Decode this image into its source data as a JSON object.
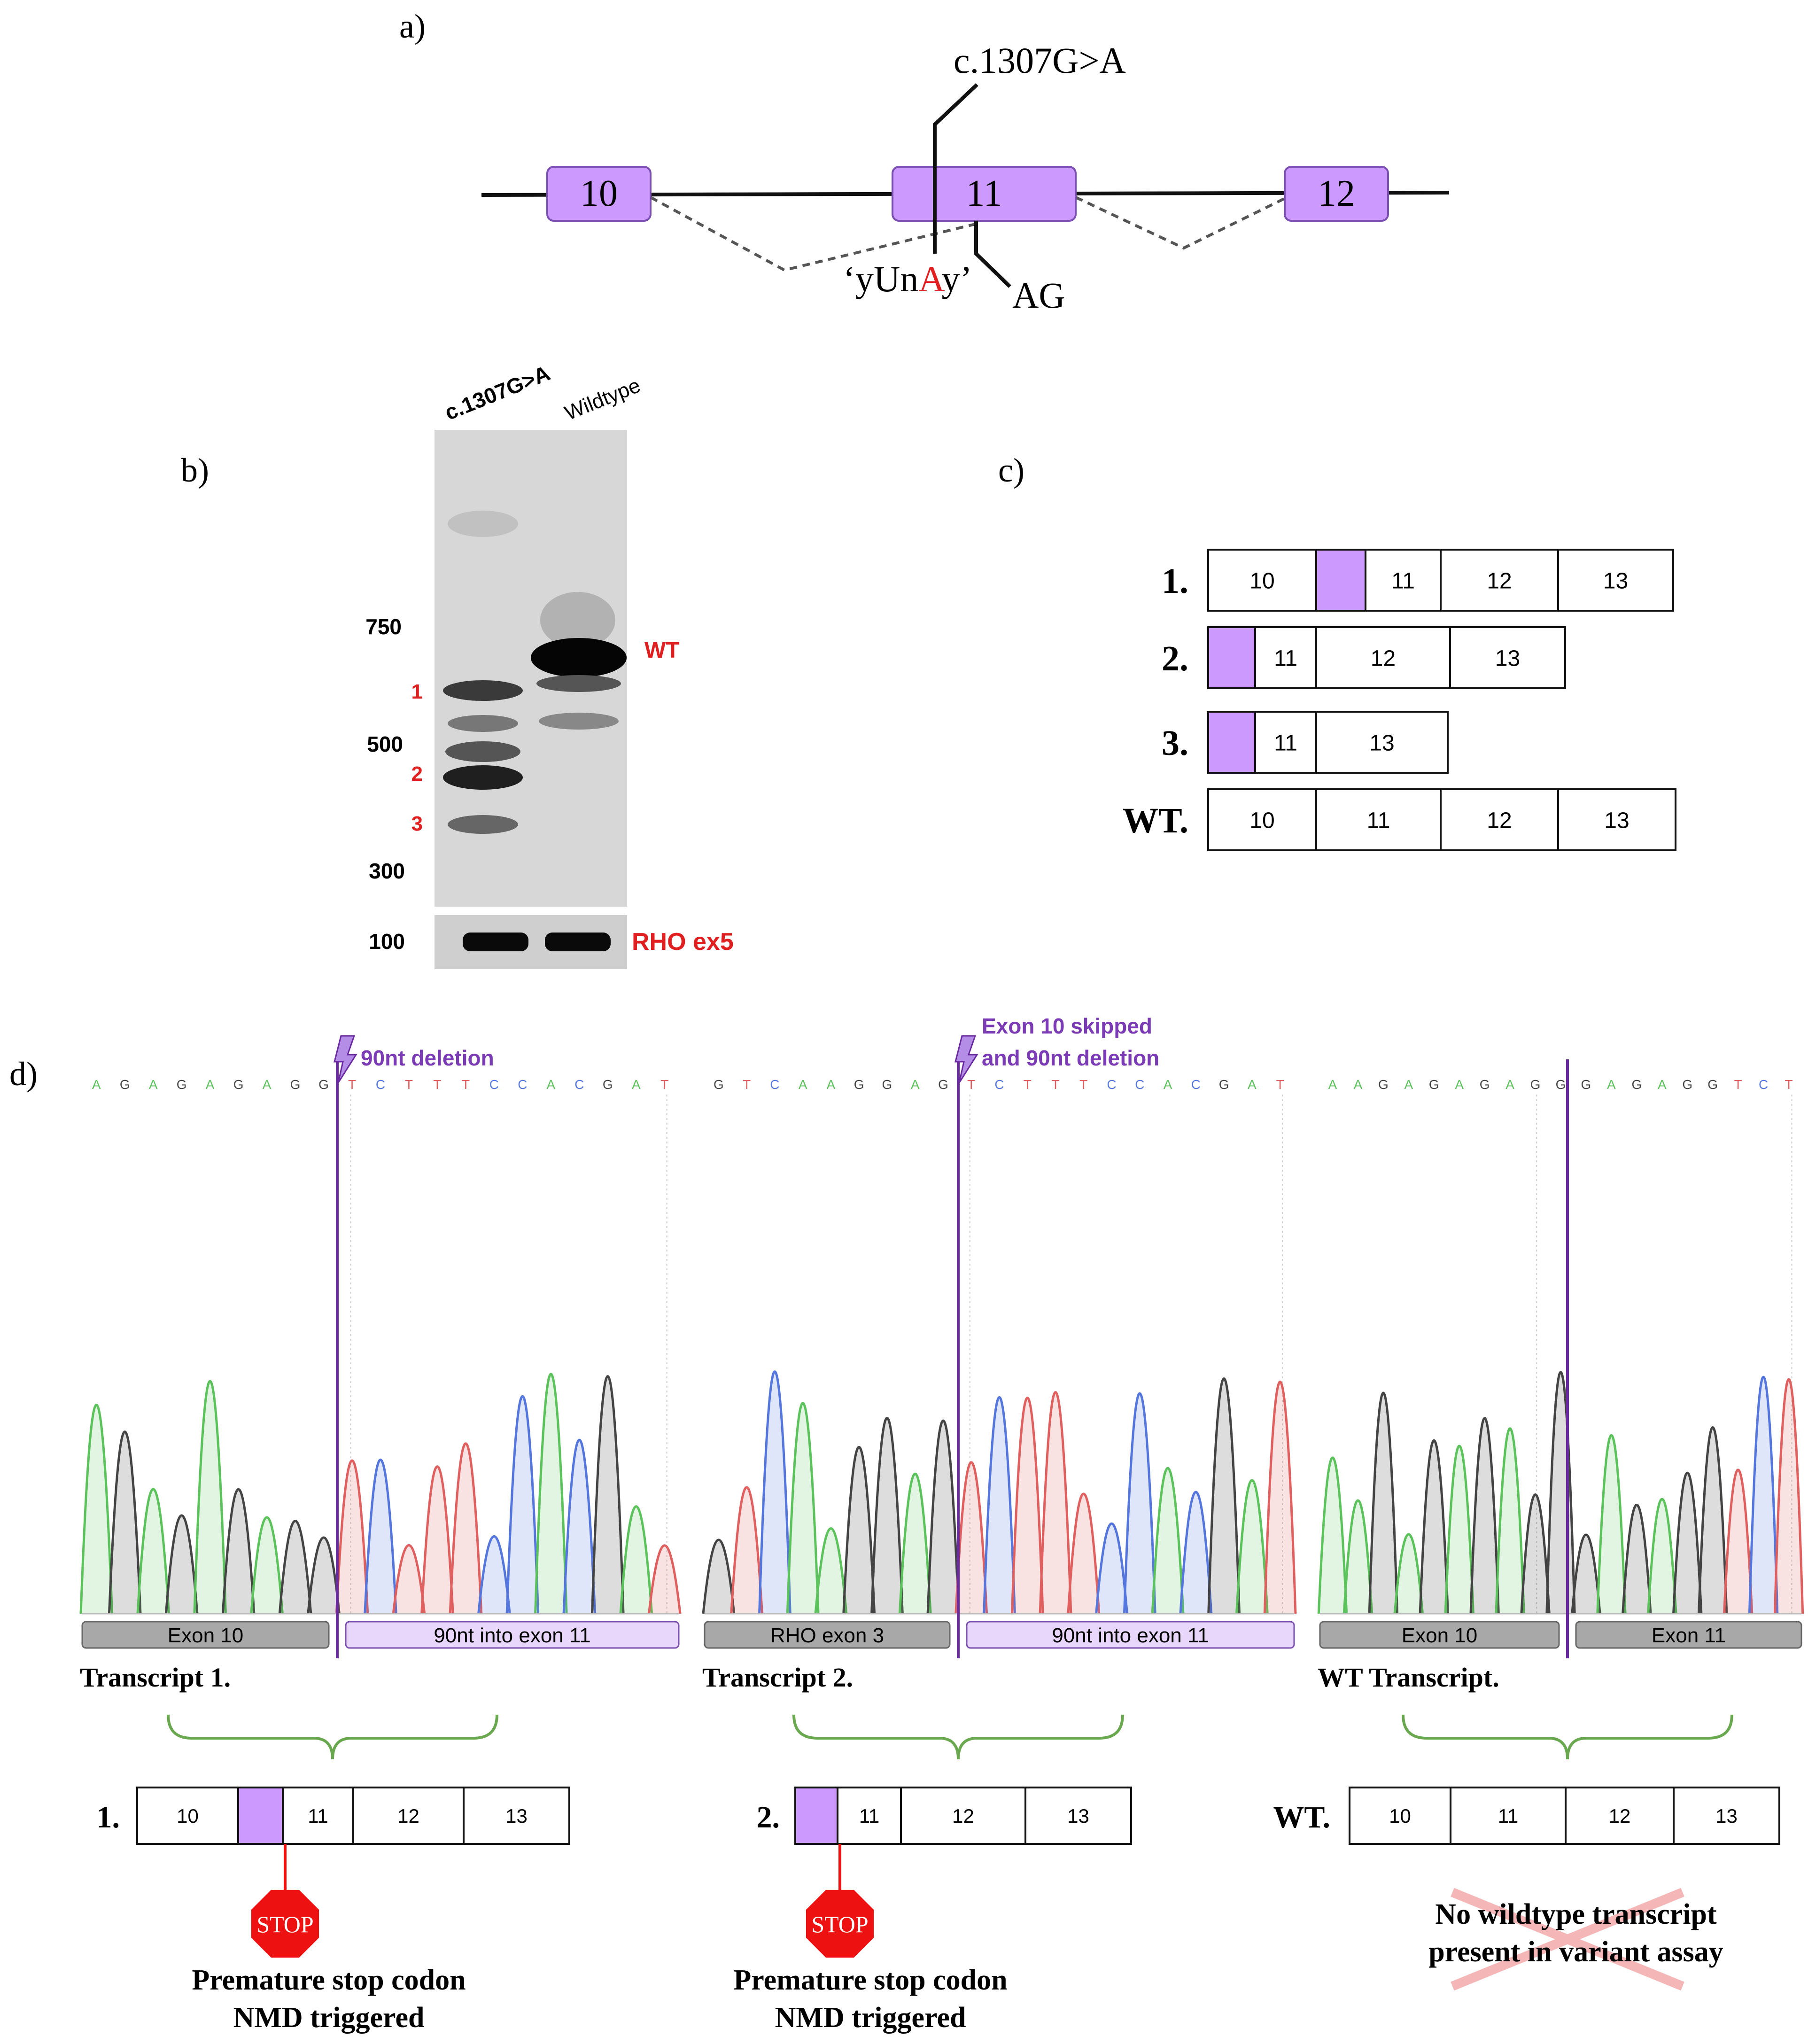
{
  "panel_labels": {
    "a": "a)",
    "b": "b)",
    "c": "c)",
    "d": "d)"
  },
  "panel_a": {
    "exons": [
      "10",
      "11",
      "12"
    ],
    "variant": "c.1307G>A",
    "motif_parts": [
      "‘yUn",
      "A",
      "y’"
    ],
    "acceptor": "AG",
    "colors": {
      "exon_fill": "#cc99ff",
      "exon_stroke": "#7a4fb0",
      "variant_base": "#e02020"
    }
  },
  "panel_b": {
    "lanes": [
      "c.1307G>A",
      "Wildtype"
    ],
    "ladder": [
      "750",
      "500",
      "300",
      "100"
    ],
    "band_numbers": [
      "1",
      "2",
      "3"
    ],
    "wt_label": "WT",
    "control_label": "RHO ex5",
    "label_color": "#e02020"
  },
  "panel_c": {
    "transcripts": [
      {
        "number": "1.",
        "segments": [
          {
            "label": "10"
          },
          {
            "label": "",
            "purple": true
          },
          {
            "label": "11"
          },
          {
            "label": "12"
          },
          {
            "label": "13"
          }
        ]
      },
      {
        "number": "2.",
        "segments": [
          {
            "label": "",
            "purple": true
          },
          {
            "label": "11"
          },
          {
            "label": "12"
          },
          {
            "label": "13"
          }
        ]
      },
      {
        "number": "3.",
        "segments": [
          {
            "label": "",
            "purple": true
          },
          {
            "label": "11"
          },
          {
            "label": "13"
          }
        ]
      },
      {
        "number": "WT.",
        "segments": [
          {
            "label": "10"
          },
          {
            "label": "11"
          },
          {
            "label": "12"
          },
          {
            "label": "13"
          }
        ]
      }
    ]
  },
  "panel_d": {
    "traces": [
      {
        "annotation": [
          "90nt deletion"
        ],
        "sequence": "AGAGAGAGGTCTTTCCACGAT",
        "left_bar": "Exon 10",
        "right_bar": "90nt into exon 11",
        "title": "Transcript 1.",
        "transcript_number": "1.",
        "segments": [
          {
            "label": "10"
          },
          {
            "label": "",
            "purple": true
          },
          {
            "label": "11"
          },
          {
            "label": "12"
          },
          {
            "label": "13"
          }
        ],
        "stop_label": "STOP",
        "caption": [
          "Premature stop codon",
          "NMD triggered"
        ]
      },
      {
        "annotation": [
          "Exon 10 skipped",
          "and 90nt deletion"
        ],
        "sequence": "GTCAAGGAGTCTTTCCACGAT",
        "left_bar": "RHO exon 3",
        "right_bar": "90nt into exon 11",
        "title": "Transcript 2.",
        "transcript_number": "2.",
        "segments": [
          {
            "label": "",
            "purple": true
          },
          {
            "label": "11"
          },
          {
            "label": "12"
          },
          {
            "label": "13"
          }
        ],
        "stop_label": "STOP",
        "caption": [
          "Premature stop codon",
          "NMD triggered"
        ]
      },
      {
        "annotation": [],
        "sequence": "AAGAGAGAGGGAGAGGTCT",
        "left_bar": "Exon 10",
        "right_bar": "Exon 11",
        "title": "WT Transcript.",
        "transcript_number": "WT.",
        "segments": [
          {
            "label": "10"
          },
          {
            "label": "11"
          },
          {
            "label": "12"
          },
          {
            "label": "13"
          }
        ],
        "stop_label": "",
        "caption": [
          "No wildtype transcript",
          "present in variant assay"
        ]
      }
    ],
    "base_colors": {
      "A": "#5cc25c",
      "G": "#444444",
      "C": "#5577dd",
      "T": "#e06060"
    },
    "colors": {
      "annotation": "#7a3bb5",
      "bracket": "#6aa84f",
      "stop": "#ee1111",
      "cross": "#f4b6b6"
    }
  }
}
